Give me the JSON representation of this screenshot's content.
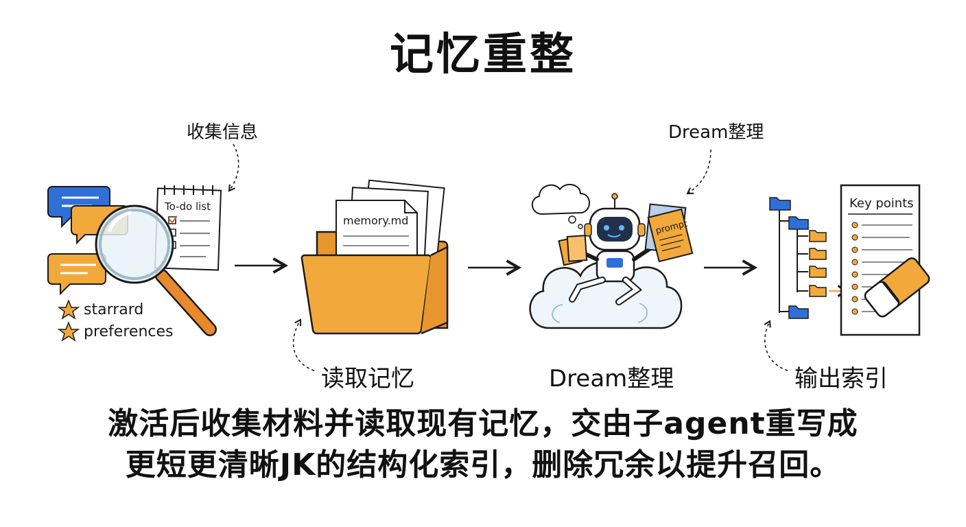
{
  "title": "记忆重整",
  "steps": {
    "collect": {
      "label": "收集信息",
      "todo_title": "To-do list",
      "tags": [
        "starrard",
        "preferences"
      ]
    },
    "read": {
      "label": "读取记忆",
      "file_name": "memory.md"
    },
    "dream": {
      "label_top": "Dream整理",
      "label_bottom": "Dream整理",
      "card_text": "prompt",
      "card_back_text": "pr"
    },
    "output": {
      "label": "输出索引",
      "doc_title": "Key points"
    }
  },
  "caption": {
    "line1": "激活后收集材料并读取现有记忆，交由子agent重写成",
    "line2": "更短更清晰JK的结构化索引，删除冗余以提升召回。"
  },
  "colors": {
    "orange": "#F2A93B",
    "blue": "#2F6FD8",
    "ink": "#1a1a1a",
    "paper": "#ffffff"
  }
}
